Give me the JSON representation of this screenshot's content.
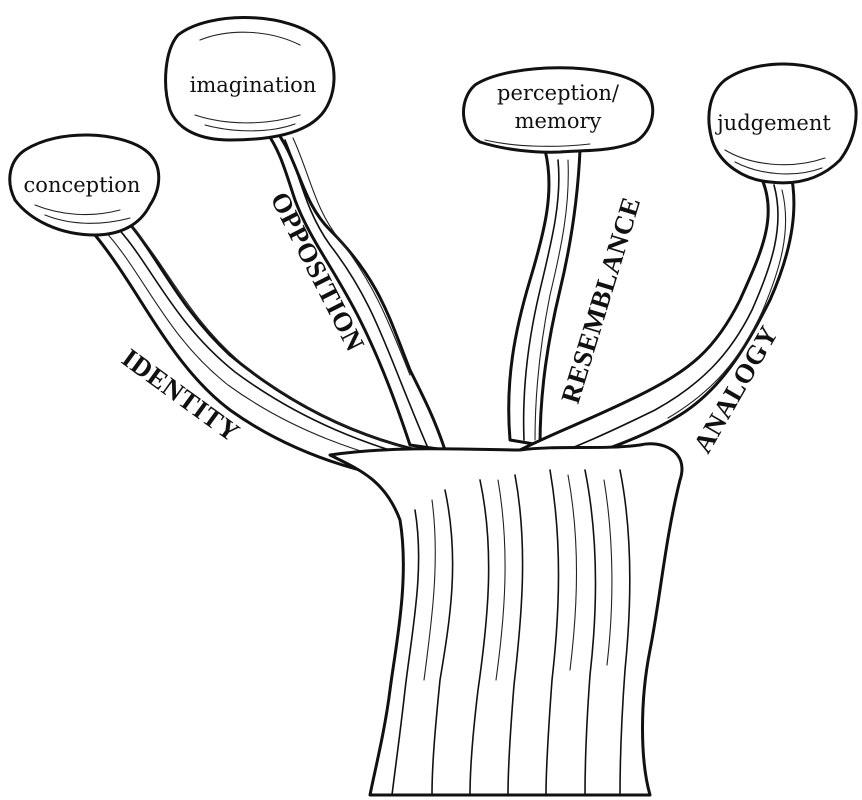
{
  "nodes": {
    "conception": "conception",
    "imagination": "imagination",
    "perception_line1": "perception/",
    "perception_line2": "memory",
    "judgement": "judgement"
  },
  "branches": {
    "identity": "IDENTITY",
    "opposition": "OPPOSITION",
    "resemblance": "RESEMBLANCE",
    "analogy": "ANALOGY"
  },
  "colors": {
    "ink": "#111111",
    "paper": "#ffffff"
  }
}
